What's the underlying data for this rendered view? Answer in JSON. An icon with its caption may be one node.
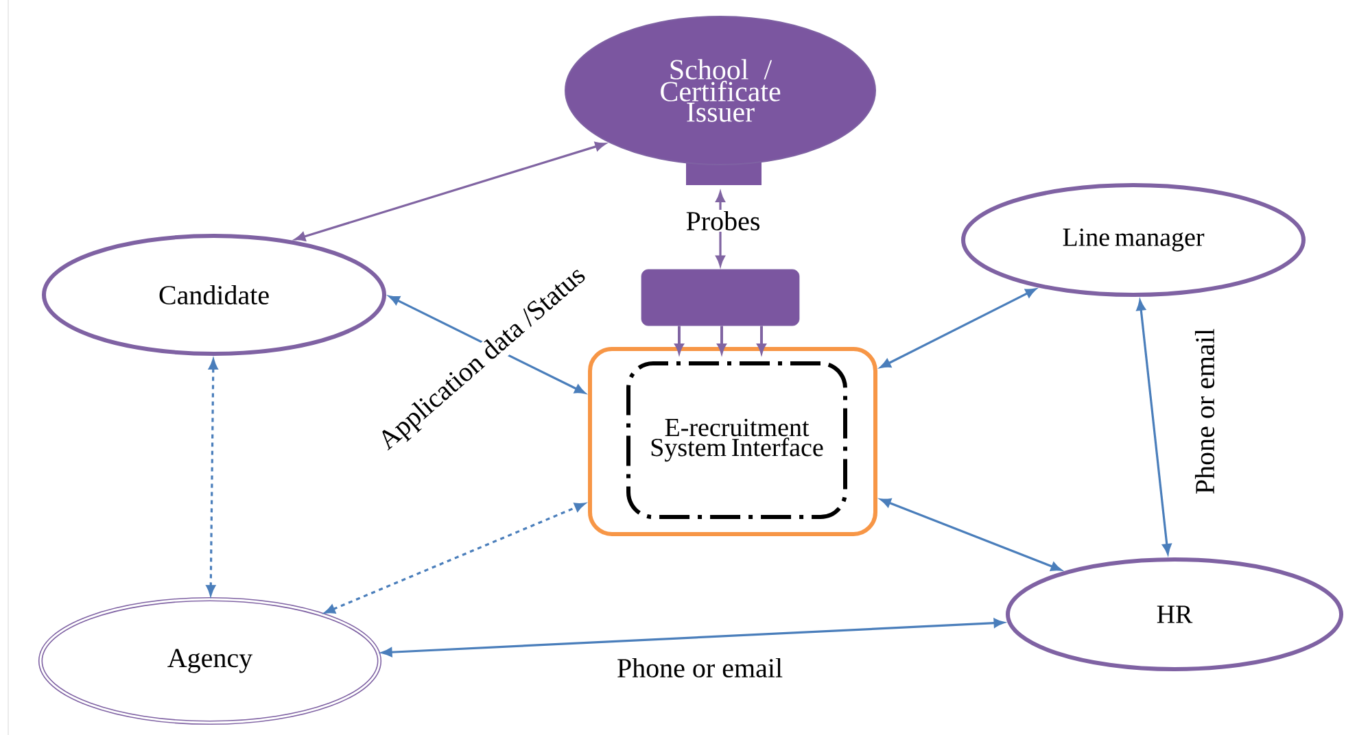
{
  "diagram": {
    "nodes": [
      {
        "text": [
          "School / Certificate Issuer"
        ]
      },
      {
        "text": [
          "Candidate"
        ]
      },
      {
        "text": [
          "Line manager"
        ]
      },
      {
        "text": [],
        "shape": "box"
      },
      {
        "text": [],
        "shape": "box"
      },
      {
        "text": [
          "E-recruitment System Interface"
        ],
        "in": 4
      },
      {
        "text": [
          "Agency"
        ]
      },
      {
        "text": [
          "HR"
        ]
      }
    ],
    "edges": [
      {
        "from": 0,
        "to": 1,
        "arrow": "both",
        "color": "#8064a2"
      },
      {
        "from": 0,
        "to": 3,
        "arrow": "both",
        "label": "Probes",
        "color": "#8064a2"
      },
      {
        "from": 3,
        "to": 5,
        "arrow": "to",
        "color": "#8064a2"
      },
      {
        "from": 3,
        "to": 5,
        "arrow": "to",
        "color": "#8064a2"
      },
      {
        "from": 3,
        "to": 5,
        "arrow": "to",
        "color": "#8064a2"
      },
      {
        "from": 1,
        "to": 4,
        "arrow": "both",
        "label": "Application data /Status"
      },
      {
        "from": 1,
        "to": 6,
        "arrow": "both",
        "style": "dashed"
      },
      {
        "from": 6,
        "to": 4,
        "arrow": "both",
        "style": "dashed"
      },
      {
        "from": 4,
        "to": 2,
        "arrow": "both"
      },
      {
        "from": 4,
        "to": 7,
        "arrow": "both"
      },
      {
        "from": 2,
        "to": 7,
        "arrow": "both",
        "label": "Phone or email"
      },
      {
        "from": 6,
        "to": 7,
        "arrow": "both",
        "label": "Phone or email"
      }
    ]
  }
}
